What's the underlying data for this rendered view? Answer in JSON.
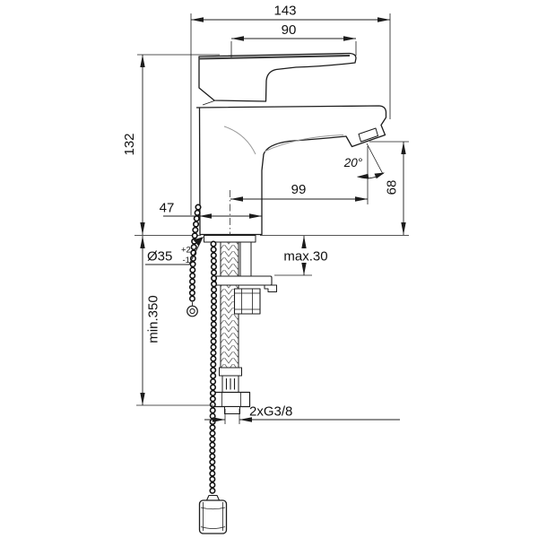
{
  "drawing": {
    "type": "technical-drawing",
    "subject": "single-lever basin mixer with pop-up chain plug and flexible supply hose",
    "line_color": "#1c1c1c",
    "background": "#ffffff",
    "labels": {
      "overall_projection": "143",
      "handle_projection": "90",
      "body_height": "132",
      "spout_reach": "99",
      "base_width": "47",
      "outlet_height": "68",
      "outlet_angle": "20°",
      "hole_diameter": "Ø35",
      "hole_tol_upper": "+2",
      "hole_tol_lower": "-1",
      "deck_thickness_max": "max.30",
      "hose_length_min": "min.350",
      "connection_thread": "2xG3/8"
    }
  }
}
